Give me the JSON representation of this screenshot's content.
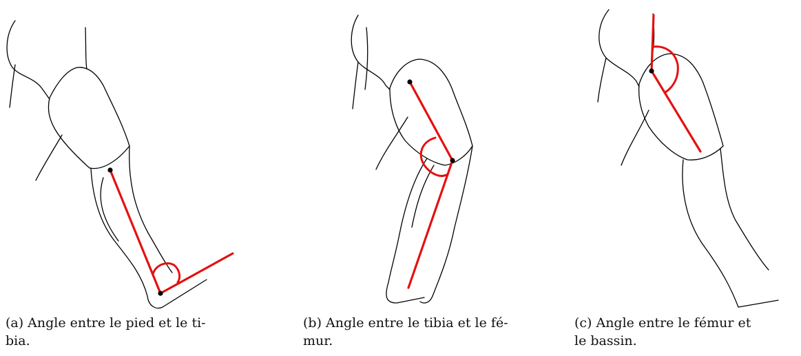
{
  "figures": [
    {
      "tag": "(a)",
      "caption": "Angle entre le pied et le ti-\nbia."
    },
    {
      "tag": "(b)",
      "caption": "Angle entre le tibia et le fé-\nmur."
    },
    {
      "tag": "(c)",
      "caption": "Angle entre le fémur et\nle bassin."
    }
  ],
  "colors": {
    "segment": "#e41010",
    "outline": "#000000",
    "joint": "#000000"
  }
}
